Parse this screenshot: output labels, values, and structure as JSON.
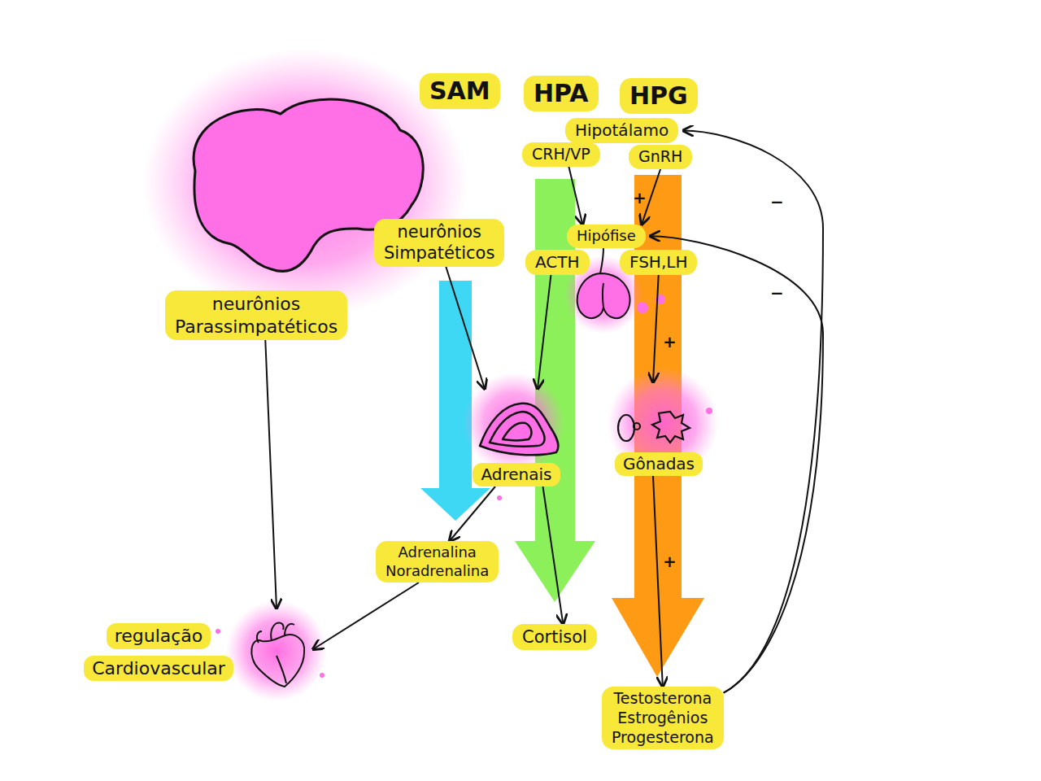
{
  "diagram": {
    "nodes": [
      {
        "text": [
          "SAM"
        ]
      },
      {
        "text": [
          "HPA"
        ]
      },
      {
        "text": [
          "HPG"
        ]
      },
      {
        "text": [
          "Hipotálamo"
        ]
      },
      {
        "text": [
          "CRH/VP"
        ]
      },
      {
        "text": [
          "GnRH"
        ]
      },
      {
        "text": [
          "neurônios",
          "Simpatéticos"
        ]
      },
      {
        "text": [
          "Hipófise"
        ]
      },
      {
        "text": [
          "ACTH"
        ]
      },
      {
        "text": [
          "FSH,LH"
        ]
      },
      {
        "text": [
          "neurônios",
          "Parassimpatéticos"
        ]
      },
      {
        "text": [
          "Adrenais"
        ]
      },
      {
        "text": [
          "Gônadas"
        ]
      },
      {
        "text": [
          "Adrenalina",
          "Noradrenalina"
        ]
      },
      {
        "text": [
          "regulação",
          "Cardiovascular"
        ]
      },
      {
        "text": [
          "Cortisol"
        ]
      },
      {
        "text": [
          "Testosterona",
          "Estrogênios",
          "Progesterona"
        ]
      }
    ],
    "edges": [
      {
        "from": 4,
        "to": 7,
        "arrow": "to"
      },
      {
        "from": 5,
        "to": 7,
        "arrow": "to"
      },
      {
        "from": 6,
        "to": 11,
        "arrow": "to"
      },
      {
        "from": 8,
        "to": 11,
        "arrow": "to"
      },
      {
        "from": 9,
        "to": 12,
        "arrow": "to"
      },
      {
        "from": 10,
        "to": 14,
        "arrow": "to"
      },
      {
        "from": 11,
        "to": 13,
        "arrow": "to"
      },
      {
        "from": 11,
        "to": 15,
        "arrow": "to"
      },
      {
        "from": 12,
        "to": 16,
        "arrow": "to"
      },
      {
        "from": 13,
        "to": 14,
        "arrow": "to"
      },
      {
        "from": 16,
        "to": 3,
        "arrow": "to",
        "label": "−"
      },
      {
        "from": 16,
        "to": 7,
        "arrow": "to",
        "label": "−"
      }
    ],
    "labels": [
      "+",
      "+",
      "+"
    ]
  }
}
